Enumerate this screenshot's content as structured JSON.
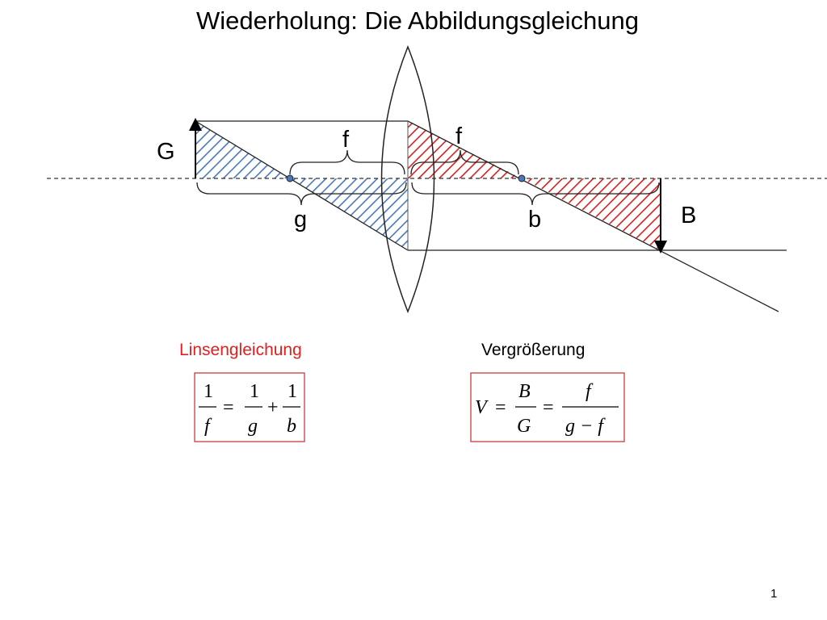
{
  "title": "Wiederholung: Die Abbildungsgleichung",
  "diagram_labels": {
    "object": "G",
    "image": "B",
    "object_distance": "g",
    "image_distance": "b",
    "focal_left": "f",
    "focal_right": "f"
  },
  "lens_equation": {
    "caption": "Linsengleichung",
    "one": "1",
    "f": "f",
    "g": "g",
    "b": "b",
    "equals": "=",
    "plus": "+"
  },
  "magnification": {
    "caption": "Vergrößerung",
    "V": "V",
    "B": "B",
    "G": "G",
    "f": "f",
    "g_minus_f": "g − f",
    "equals": "="
  },
  "page_number": "1",
  "colors": {
    "blue_hatch": "#4a78b8",
    "red_hatch": "#d42020",
    "caption_red": "#e02020",
    "box_border": "#c83c3c"
  }
}
